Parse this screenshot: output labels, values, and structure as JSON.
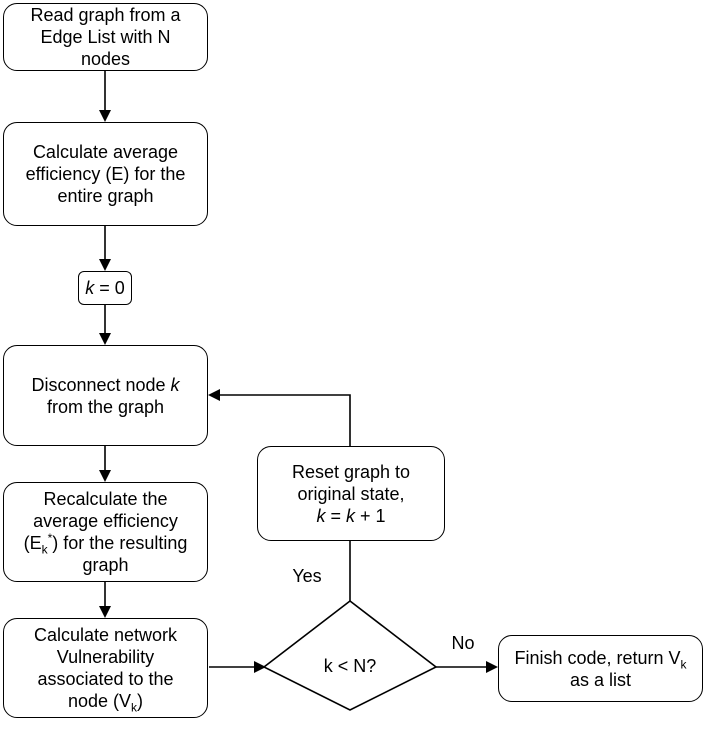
{
  "nodes": {
    "read": {
      "lines": [
        "Read graph from a",
        "Edge List with N",
        "nodes"
      ]
    },
    "calc_avg": {
      "lines": [
        "Calculate average",
        "efficiency (E) for the",
        "entire graph"
      ]
    },
    "k_init": {
      "var": "k",
      "rest": " = 0"
    },
    "disconnect": {
      "prefix": "Disconnect node ",
      "var": "k",
      "line2": "from the graph"
    },
    "recalc": {
      "line1": "Recalculate the",
      "line2": "average efficiency",
      "l3_open": "(E",
      "l3_sub": "k",
      "l3_sup": "*",
      "l3_rest": ") for the resulting",
      "line4": "graph"
    },
    "vuln": {
      "line1": "Calculate network",
      "line2": "Vulnerability",
      "line3": "associated to the",
      "l4_pre": "node (V",
      "l4_sub": "k",
      "l4_post": ")"
    },
    "reset": {
      "line1": "Reset graph to",
      "line2": "original state,",
      "l3_var1": "k",
      "l3_mid": " = ",
      "l3_var2": "k",
      "l3_post": " + 1"
    },
    "decision": {
      "text": "k < N?"
    },
    "finish": {
      "l1_pre": "Finish code, return V",
      "l1_sub": "k",
      "line2": "as a list"
    }
  },
  "edge_labels": {
    "yes": "Yes",
    "no": "No"
  },
  "colors": {
    "stroke": "#000000",
    "fill": "#ffffff"
  }
}
